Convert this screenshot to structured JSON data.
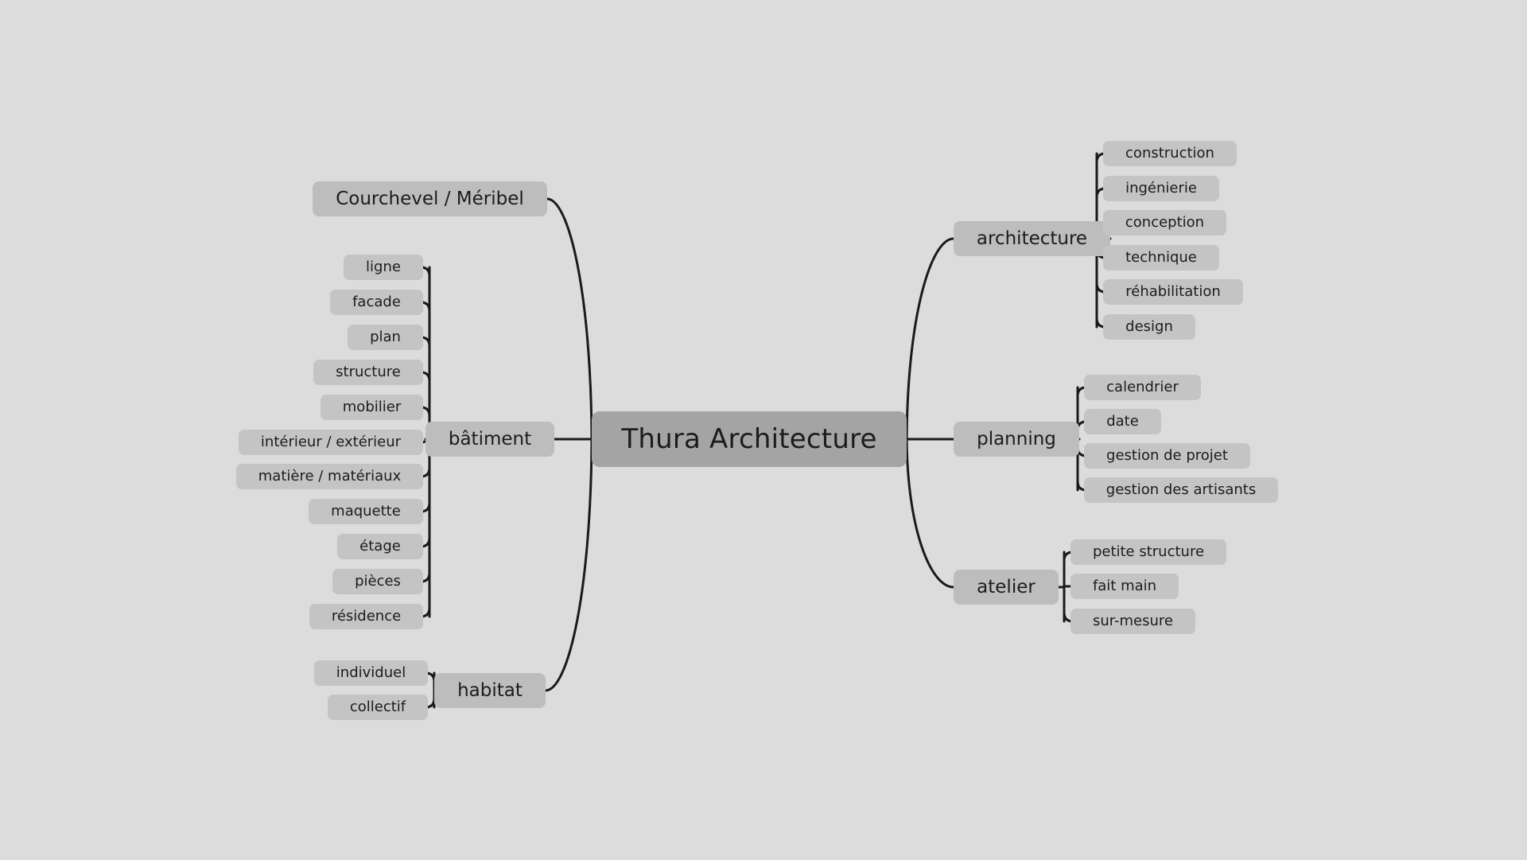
{
  "diagram": {
    "type": "mind-map",
    "background_color": "#dcdcdc",
    "edge_color": "#1a1a1a",
    "root": {
      "label": "Thura Architecture",
      "color": "#a4a4a4"
    },
    "branch_color": "#bdbdbd",
    "leaf_color": "#c4c4c4",
    "branches": [
      {
        "id": "courchevel",
        "label": "Courchevel / Méribel",
        "side": "left",
        "children": []
      },
      {
        "id": "batiment",
        "label": "bâtiment",
        "side": "left",
        "children": [
          "ligne",
          "facade",
          "plan",
          "structure",
          "mobilier",
          "intérieur / extérieur",
          "matière / matériaux",
          "maquette",
          "étage",
          "pièces",
          "résidence"
        ]
      },
      {
        "id": "habitat",
        "label": "habitat",
        "side": "left",
        "children": [
          "individuel",
          "collectif"
        ]
      },
      {
        "id": "architecture",
        "label": "architecture",
        "side": "right",
        "children": [
          "construction",
          "ingénierie",
          "conception",
          "technique",
          "réhabilitation",
          "design"
        ]
      },
      {
        "id": "planning",
        "label": "planning",
        "side": "right",
        "children": [
          "calendrier",
          "date",
          "gestion de projet",
          "gestion des artisants"
        ]
      },
      {
        "id": "atelier",
        "label": "atelier",
        "side": "right",
        "children": [
          "petite structure",
          "fait main",
          "sur-mesure"
        ]
      }
    ]
  }
}
